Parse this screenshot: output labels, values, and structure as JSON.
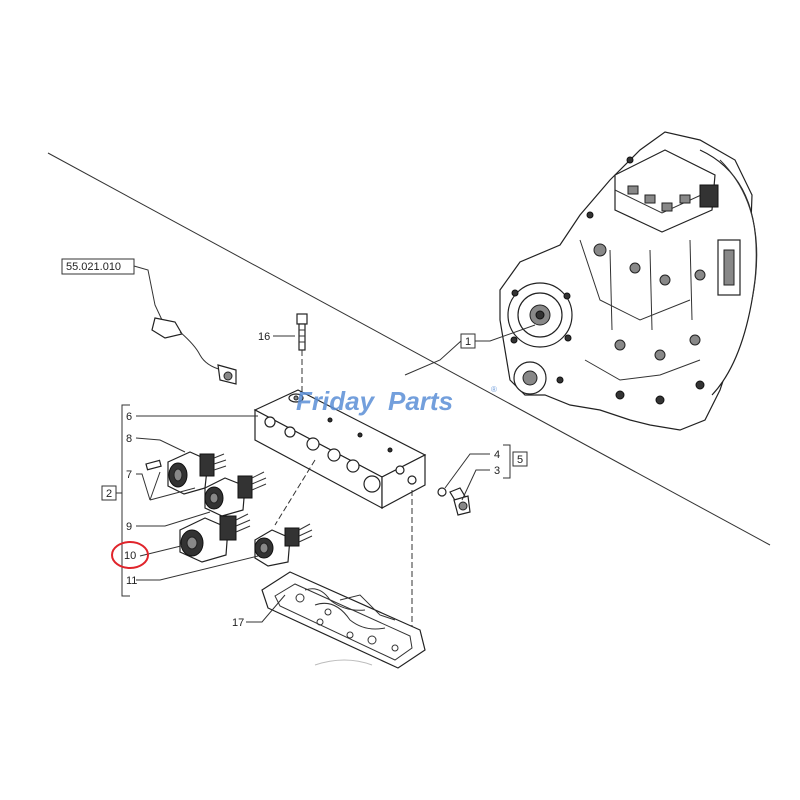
{
  "reference_label": "55.021.010",
  "callouts": {
    "c16": "16",
    "c1": "1",
    "c6": "6",
    "c8": "8",
    "c7": "7",
    "c2": "2",
    "c9": "9",
    "c10": "10",
    "c11": "11",
    "c4": "4",
    "c3": "3",
    "c5": "5",
    "c17": "17"
  },
  "watermark": {
    "word1": "Friday",
    "word2": "Parts",
    "mark": "®",
    "color": "#5b8fd6"
  },
  "highlight_color": "#e0242b"
}
